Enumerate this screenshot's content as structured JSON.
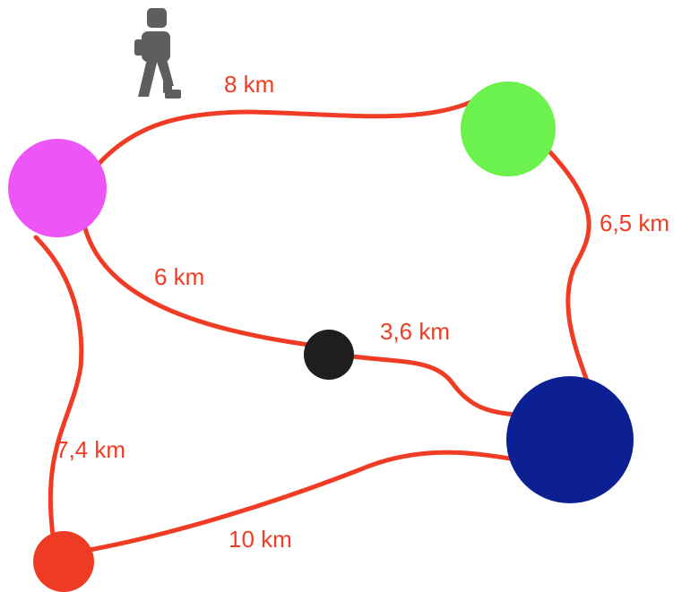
{
  "colors": {
    "edge": "#f03c24",
    "label": "#f03c24",
    "walker": "#5e5e5e"
  },
  "icons": {
    "walker": "walking-person-icon"
  },
  "nodes": [
    {
      "id": "magenta",
      "color": "#ee55f6"
    },
    {
      "id": "green",
      "color": "#6cf24e"
    },
    {
      "id": "black",
      "color": "#1e1e1e"
    },
    {
      "id": "navy",
      "color": "#0c1f93"
    },
    {
      "id": "red",
      "color": "#ee3b24"
    }
  ],
  "edges": [
    {
      "from": "magenta",
      "to": "green",
      "label": "8 km"
    },
    {
      "from": "green",
      "to": "navy",
      "label": "6,5 km"
    },
    {
      "from": "magenta",
      "to": "black",
      "label": "6 km"
    },
    {
      "from": "black",
      "to": "navy",
      "label": "3,6 km"
    },
    {
      "from": "magenta",
      "to": "red",
      "label": "7,4 km"
    },
    {
      "from": "red",
      "to": "navy",
      "label": "10 km"
    }
  ]
}
